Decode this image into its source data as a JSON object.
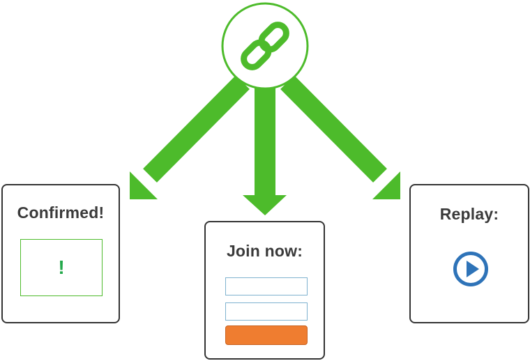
{
  "colors": {
    "arrow": "#4dbb2b",
    "link_icon": "#4dbb2b",
    "card_border": "#333333",
    "alert_mark": "#22a84a",
    "input_border": "#7fb2cf",
    "submit_button": "#ef7d30",
    "play_button": "#2e73b8"
  },
  "hub": {
    "icon": "chain-link-icon"
  },
  "cards": {
    "confirmed": {
      "title": "Confirmed!",
      "alert_mark": "!"
    },
    "join": {
      "title": "Join now:",
      "fields": [
        "",
        ""
      ],
      "submit_label": ""
    },
    "replay": {
      "title": "Replay:",
      "icon": "play-icon"
    }
  }
}
